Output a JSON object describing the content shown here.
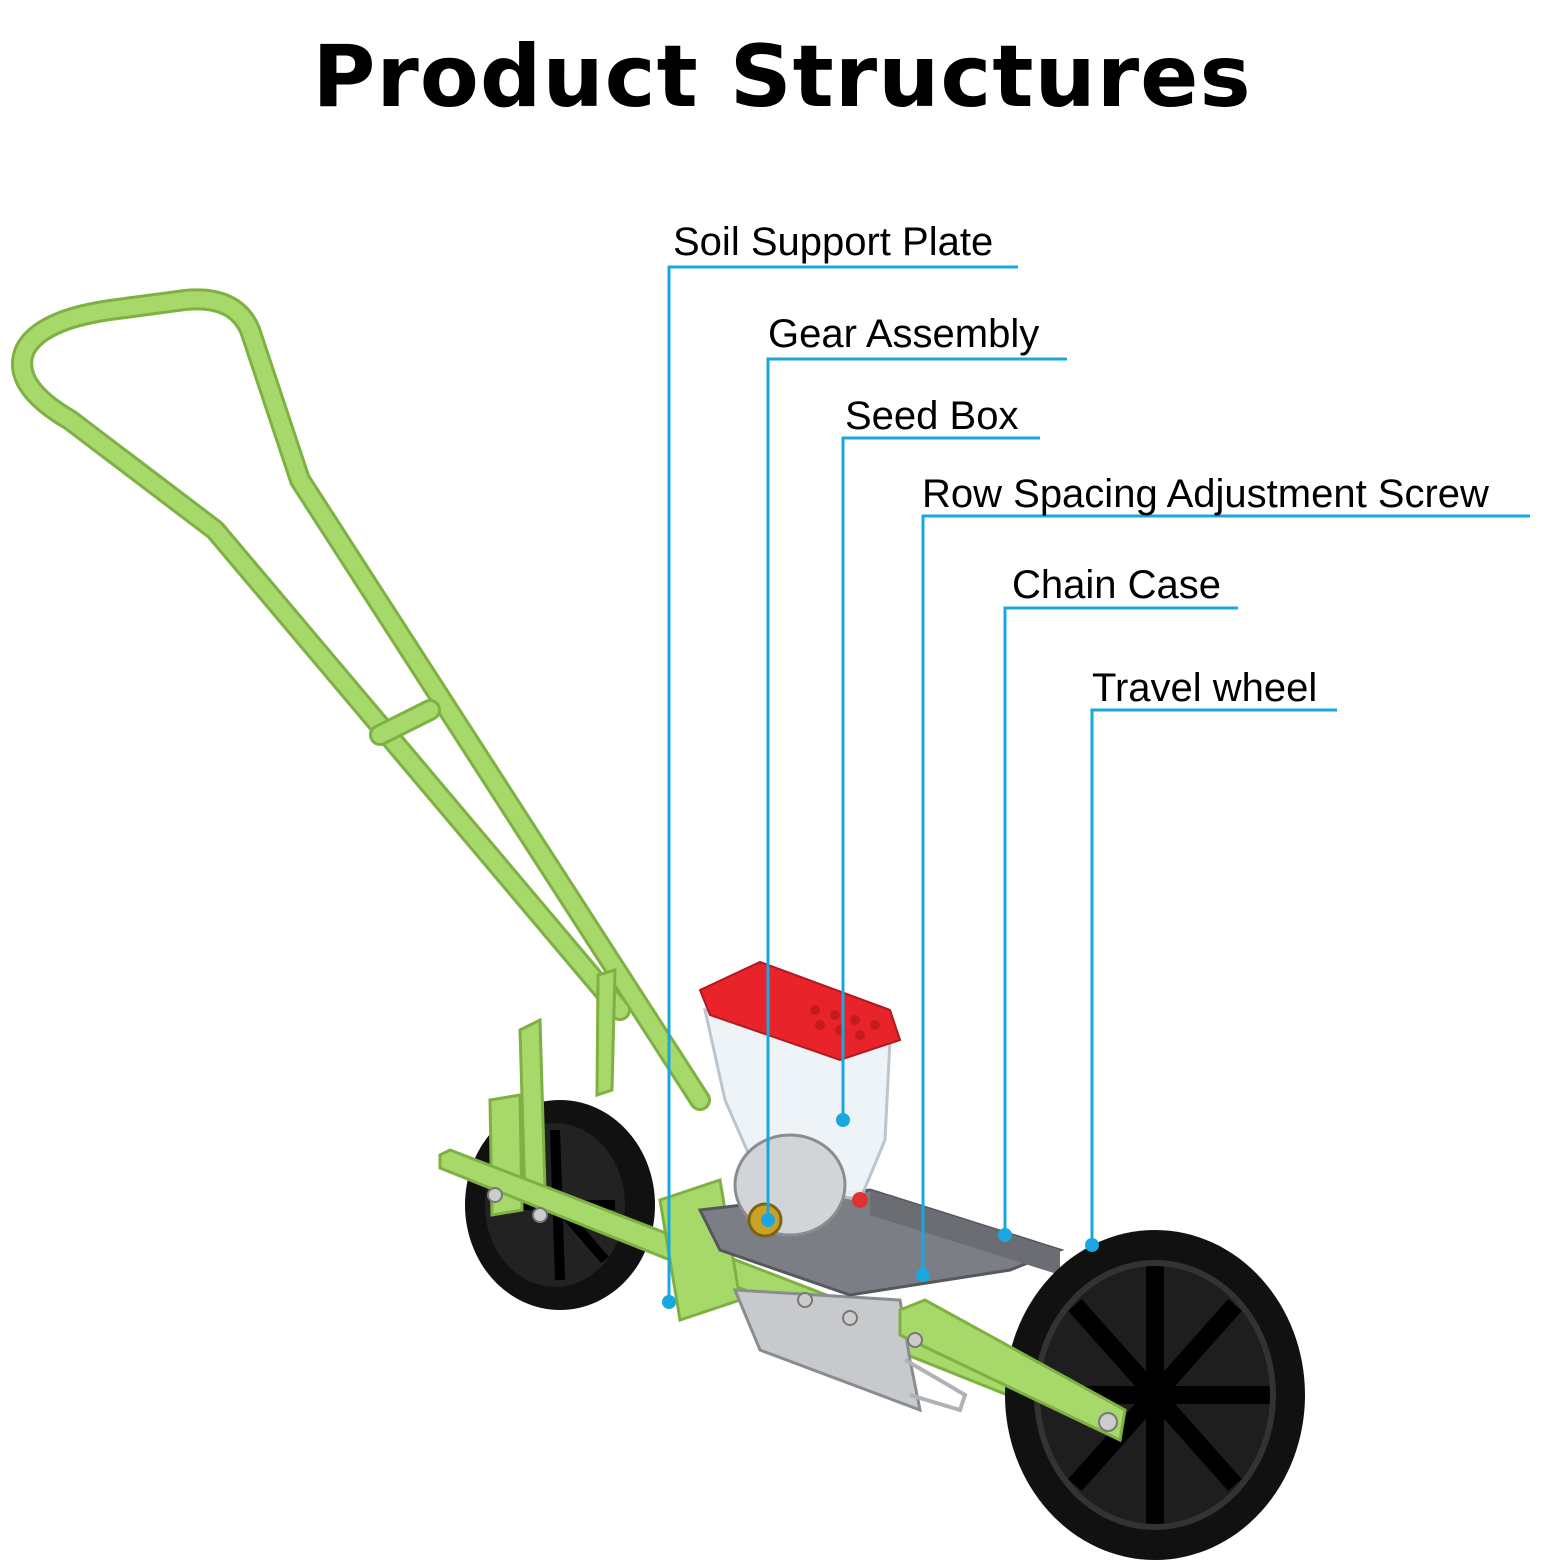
{
  "title": "Product Structures",
  "callouts": [
    {
      "id": "soil-support-plate",
      "label": "Soil Support Plate"
    },
    {
      "id": "gear-assembly",
      "label": "Gear Assembly"
    },
    {
      "id": "seed-box",
      "label": "Seed Box"
    },
    {
      "id": "row-spacing-adjustment-screw",
      "label": "Row Spacing Adjustment Screw"
    },
    {
      "id": "chain-case",
      "label": "Chain Case"
    },
    {
      "id": "travel-wheel",
      "label": "Travel wheel"
    }
  ],
  "colors": {
    "frame": "#a6d86a",
    "frame_dark": "#7fb043",
    "callout_line": "#1aa7e0",
    "hopper_lid": "#e8242a",
    "wheel": "#111111",
    "metal": "#9aa0a6"
  }
}
